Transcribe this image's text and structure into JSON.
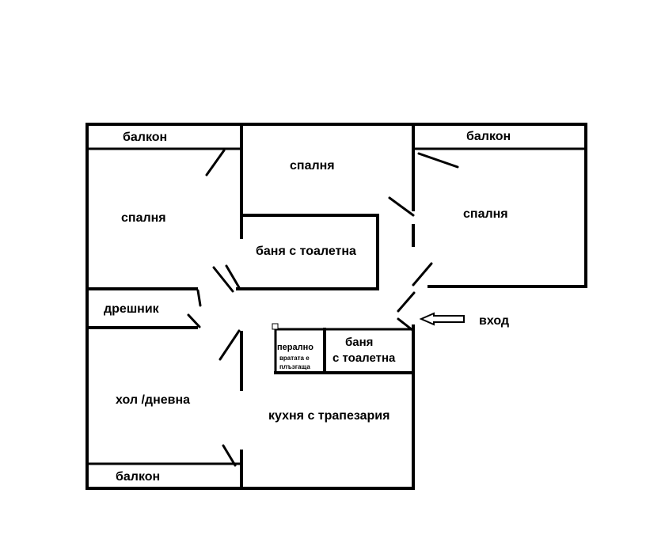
{
  "rooms": {
    "balcony_top_left": "балкон",
    "balcony_top_right": "балкон",
    "balcony_bottom": "балкон",
    "bedroom_left": "спалня",
    "bedroom_middle": "спалня",
    "bedroom_right": "спалня",
    "bathroom_upper": "баня с тоалетна",
    "closet": "дрешник",
    "laundry": "перално",
    "laundry_note_1": "вратата е",
    "laundry_note_2": "плъзгаща",
    "bathroom_lower_1": "баня",
    "bathroom_lower_2": "с тоалетна",
    "living_room": "хол /дневна",
    "kitchen": "кухня с трапезария",
    "entrance": "вход"
  }
}
